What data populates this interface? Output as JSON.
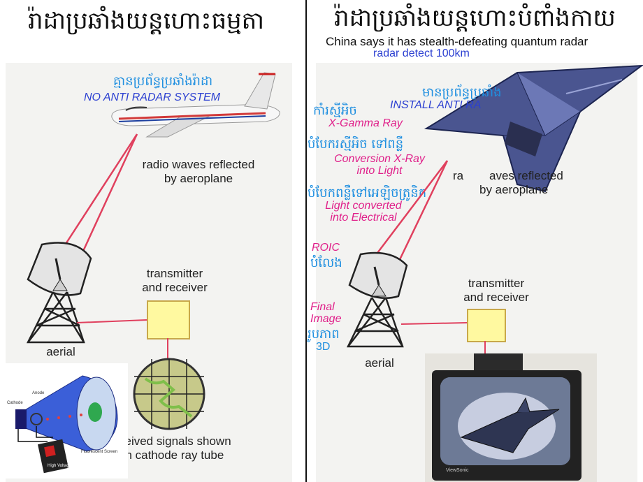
{
  "left_title": "រ៉ាដាប្រឆាំងយន្តហោះធម្មតា",
  "right_title": "រ៉ាដាប្រឆាំងយន្តហោះបំពាំងកាយ",
  "headline": "China says it has stealth-defeating quantum radar",
  "radar_detect": "radar detect 100km",
  "left": {
    "no_anti_khmer": "គ្មានប្រព័ន្ធប្រឆាំងរ៉ាដា",
    "no_anti_en": "NO ANTI RADAR SYSTEM",
    "reflect_label_line1": "radio waves reflected",
    "reflect_label_line2": "by aeroplane",
    "trx_line1": "transmitter",
    "trx_line2": "and receiver",
    "aerial": "aerial",
    "crt_line1": "ceived signals shown",
    "crt_line2": "on cathode ray tube",
    "tube_labels": [
      "Cathode",
      "Anode",
      "Fluorescent Screen",
      "High Voltage"
    ]
  },
  "right": {
    "has_system_khmer": "មានប្រព័ន្ធប្រឆាំង",
    "install_anti": "INSTALL ANTI RA",
    "kam_khmer": "កាំរស្មីអិច",
    "xgamma": "X-Gamma Ray",
    "convert_khmer": "បំបែករស្មីអិច ទៅពន្លឺ",
    "conv_line1": "Conversion X-Ray",
    "conv_line2": "into Light",
    "light_khmer": "បំបែកពន្លឺទៅអេឡិចត្រូនិក",
    "light_line1": "Light converted",
    "light_line2": "into Electrical",
    "roic": "ROIC",
    "roic_khmer": "បំលែង",
    "final_line1": "Final",
    "final_line2": "Image",
    "final_khmer": "រូបភាព",
    "final_3d": "3D",
    "reflect_partial_1": "ra",
    "reflect_partial_2": "aves reflected",
    "reflect_partial_3": "by aeroplane",
    "trx_line1": "transmitter",
    "trx_line2": "and receiver",
    "aerial": "aerial",
    "monitor_brand": "ViewSonic"
  },
  "colors": {
    "beam": "#e0405e",
    "box_fill": "#fff9a0",
    "blue_text": "#1f8fe0",
    "navy_text": "#2b3fd1",
    "pink_text": "#e0208a"
  }
}
